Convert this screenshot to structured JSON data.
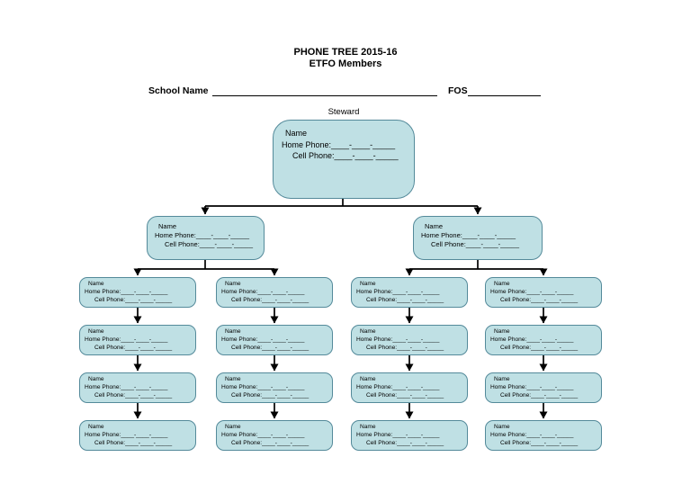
{
  "title": {
    "line1": "PHONE TREE 2015-16",
    "line2": "ETFO Members"
  },
  "form": {
    "school_label": "School Name",
    "fos_label": "FOS"
  },
  "tree": {
    "root_caption": "Steward",
    "node": {
      "name_label": "Name",
      "home_line": "Home Phone:____-____-_____",
      "cell_line": "Cell Phone:____-____-_____"
    }
  },
  "colors": {
    "node_fill": "#bfe0e4",
    "node_border": "#548a9a",
    "connector": "#000000",
    "text": "#000000"
  }
}
